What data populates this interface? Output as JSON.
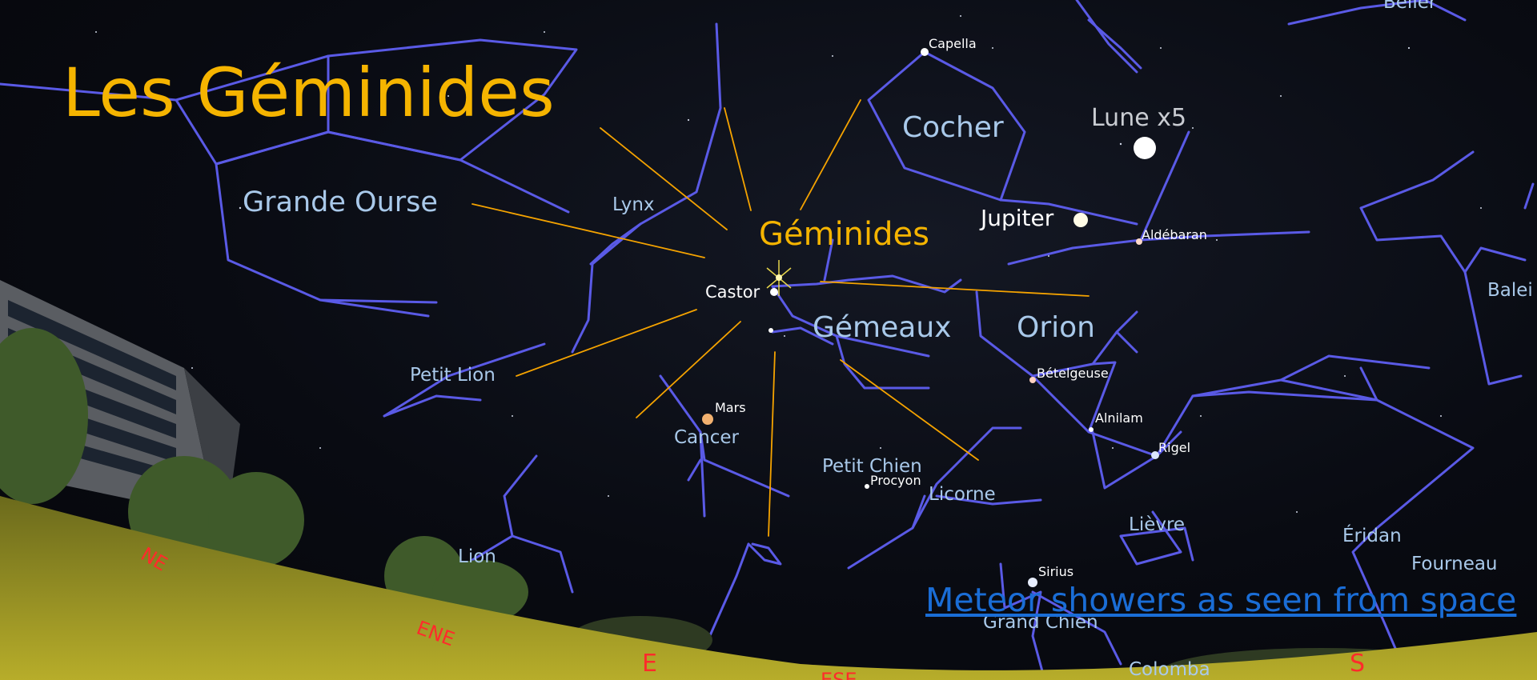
{
  "title": "Les Géminides",
  "shower_label": "Géminides",
  "constellations": {
    "grande_ourse": "Grande Ourse",
    "lynx": "Lynx",
    "petit_lion": "Petit Lion",
    "cancer": "Cancer",
    "lion": "Lion",
    "gemeaux": "Gémeaux",
    "orion": "Orion",
    "cocher": "Cocher",
    "petit_chien": "Petit Chien",
    "licorne": "Licorne",
    "lievre": "Lièvre",
    "eridan": "Éridan",
    "fourneau": "Fourneau",
    "balei": "Balei",
    "grand_chien": "Grand Chien",
    "colomba": "Colomba",
    "belier": "Bélier"
  },
  "stars": {
    "capella": "Capella",
    "castor": "Castor",
    "jupiter": "Jupiter",
    "aldebaran": "Aldébaran",
    "betelgeuse": "Bételgeuse",
    "alnilam": "Alnilam",
    "rigel": "Rigel",
    "procyon": "Procyon",
    "sirius": "Sirius",
    "mars": "Mars"
  },
  "moon_label": "Lune x5",
  "cardinals": {
    "ne": "NE",
    "ene": "ENE",
    "e": "E",
    "ese": "ESE",
    "s": "S"
  },
  "link_text": "Meteor showers as seen from space",
  "colors": {
    "title": "#f5b400",
    "constellation_lines": "#5a5ae6",
    "meteor_trails": "#f5a300",
    "labels": "#a9c9ea",
    "link": "#1a6dd6",
    "cardinal": "#ff2b2b"
  }
}
